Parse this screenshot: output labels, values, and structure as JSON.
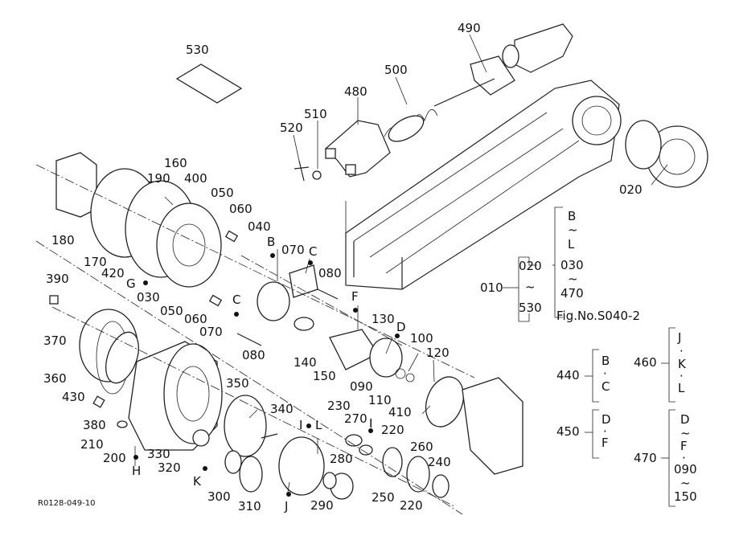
{
  "figure_id": "R0128-049-10",
  "callouts": [
    "530",
    "490",
    "500",
    "480",
    "510",
    "520",
    "020",
    "160",
    "190",
    "400",
    "050",
    "060",
    "040",
    "B",
    "070",
    "C",
    "080",
    "180",
    "170",
    "420",
    "G",
    "030",
    "390",
    "050",
    "060",
    "C",
    "070",
    "080",
    "F",
    "130",
    "D",
    "100",
    "120",
    "140",
    "150",
    "090",
    "110",
    "370",
    "360",
    "430",
    "350",
    "340",
    "410",
    "380",
    "210",
    "200",
    "H",
    "330",
    "320",
    "K",
    "300",
    "310",
    "230",
    "I",
    "L",
    "270",
    "I",
    "220",
    "260",
    "240",
    "280",
    "290",
    "250",
    "220",
    "J"
  ],
  "groups": {
    "g010": {
      "head": "010",
      "top": "020",
      "wave": "~",
      "bottom": "530",
      "brace_top": "B",
      "brace_top_wave": "~",
      "brace_top_mid": "L",
      "brace_030": "030",
      "brace_030_wave": "~",
      "brace_470": "470",
      "ref": "Fig.No.S040-2"
    },
    "g440": {
      "head": "440",
      "a": "B",
      "sep": "·",
      "b": "C"
    },
    "g450": {
      "head": "450",
      "a": "D",
      "sep": "·",
      "b": "F"
    },
    "g460": {
      "head": "460",
      "a": "J",
      "s1": "·",
      "b": "K",
      "s2": "·",
      "c": "L"
    },
    "g470": {
      "head": "470",
      "a": "D",
      "w1": "~",
      "b": "F",
      "s1": "·",
      "c": "090",
      "w2": "~",
      "d": "150"
    }
  }
}
